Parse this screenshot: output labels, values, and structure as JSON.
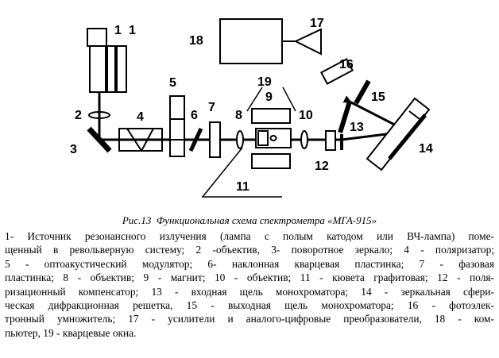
{
  "diagram": {
    "labels": {
      "l1a": "1",
      "l1b": "1",
      "l2": "2",
      "l3": "3",
      "l4": "4",
      "l5": "5",
      "l6": "6",
      "l7": "7",
      "l8": "8",
      "l9": "9",
      "l10": "10",
      "l11": "11",
      "l12": "12",
      "l13": "13",
      "l14": "14",
      "l15": "15",
      "l16": "16",
      "l17": "17",
      "l18": "18",
      "l19": "19"
    }
  },
  "caption": {
    "fig": "Рис.13",
    "title": "Функциональная схема спектрометра «МГА-915»"
  },
  "legend_lines": [
    "1- Источник резонансного излучения (лампа с полым катодом или ВЧ-лампа) поме-",
    "щенный в револьверную систему; 2 -объектив, 3- поворотное зеркало; 4 - поляризатор;",
    "5 - оптоакустический модулятор; 6- наклонная кварцевая пластинка; 7 - фазовая",
    "пластинка; 8 - объектив; 9 - магнит; 10 - объектив; 11 - кювета графитовая; 12 - поля-",
    "ризационный компенсатор; 13 - входная щель монохроматора; 14 - зеркальная сфери-",
    "ческая дифракционная решетка, 15 - выходная щель монохроматора; 16 - фотоэлек-",
    "тронный умножитель; 17 - усилители и аналого-цифровые преобразователи, 18 - ком-",
    "пьютер, 19 - кварцевые окна."
  ]
}
